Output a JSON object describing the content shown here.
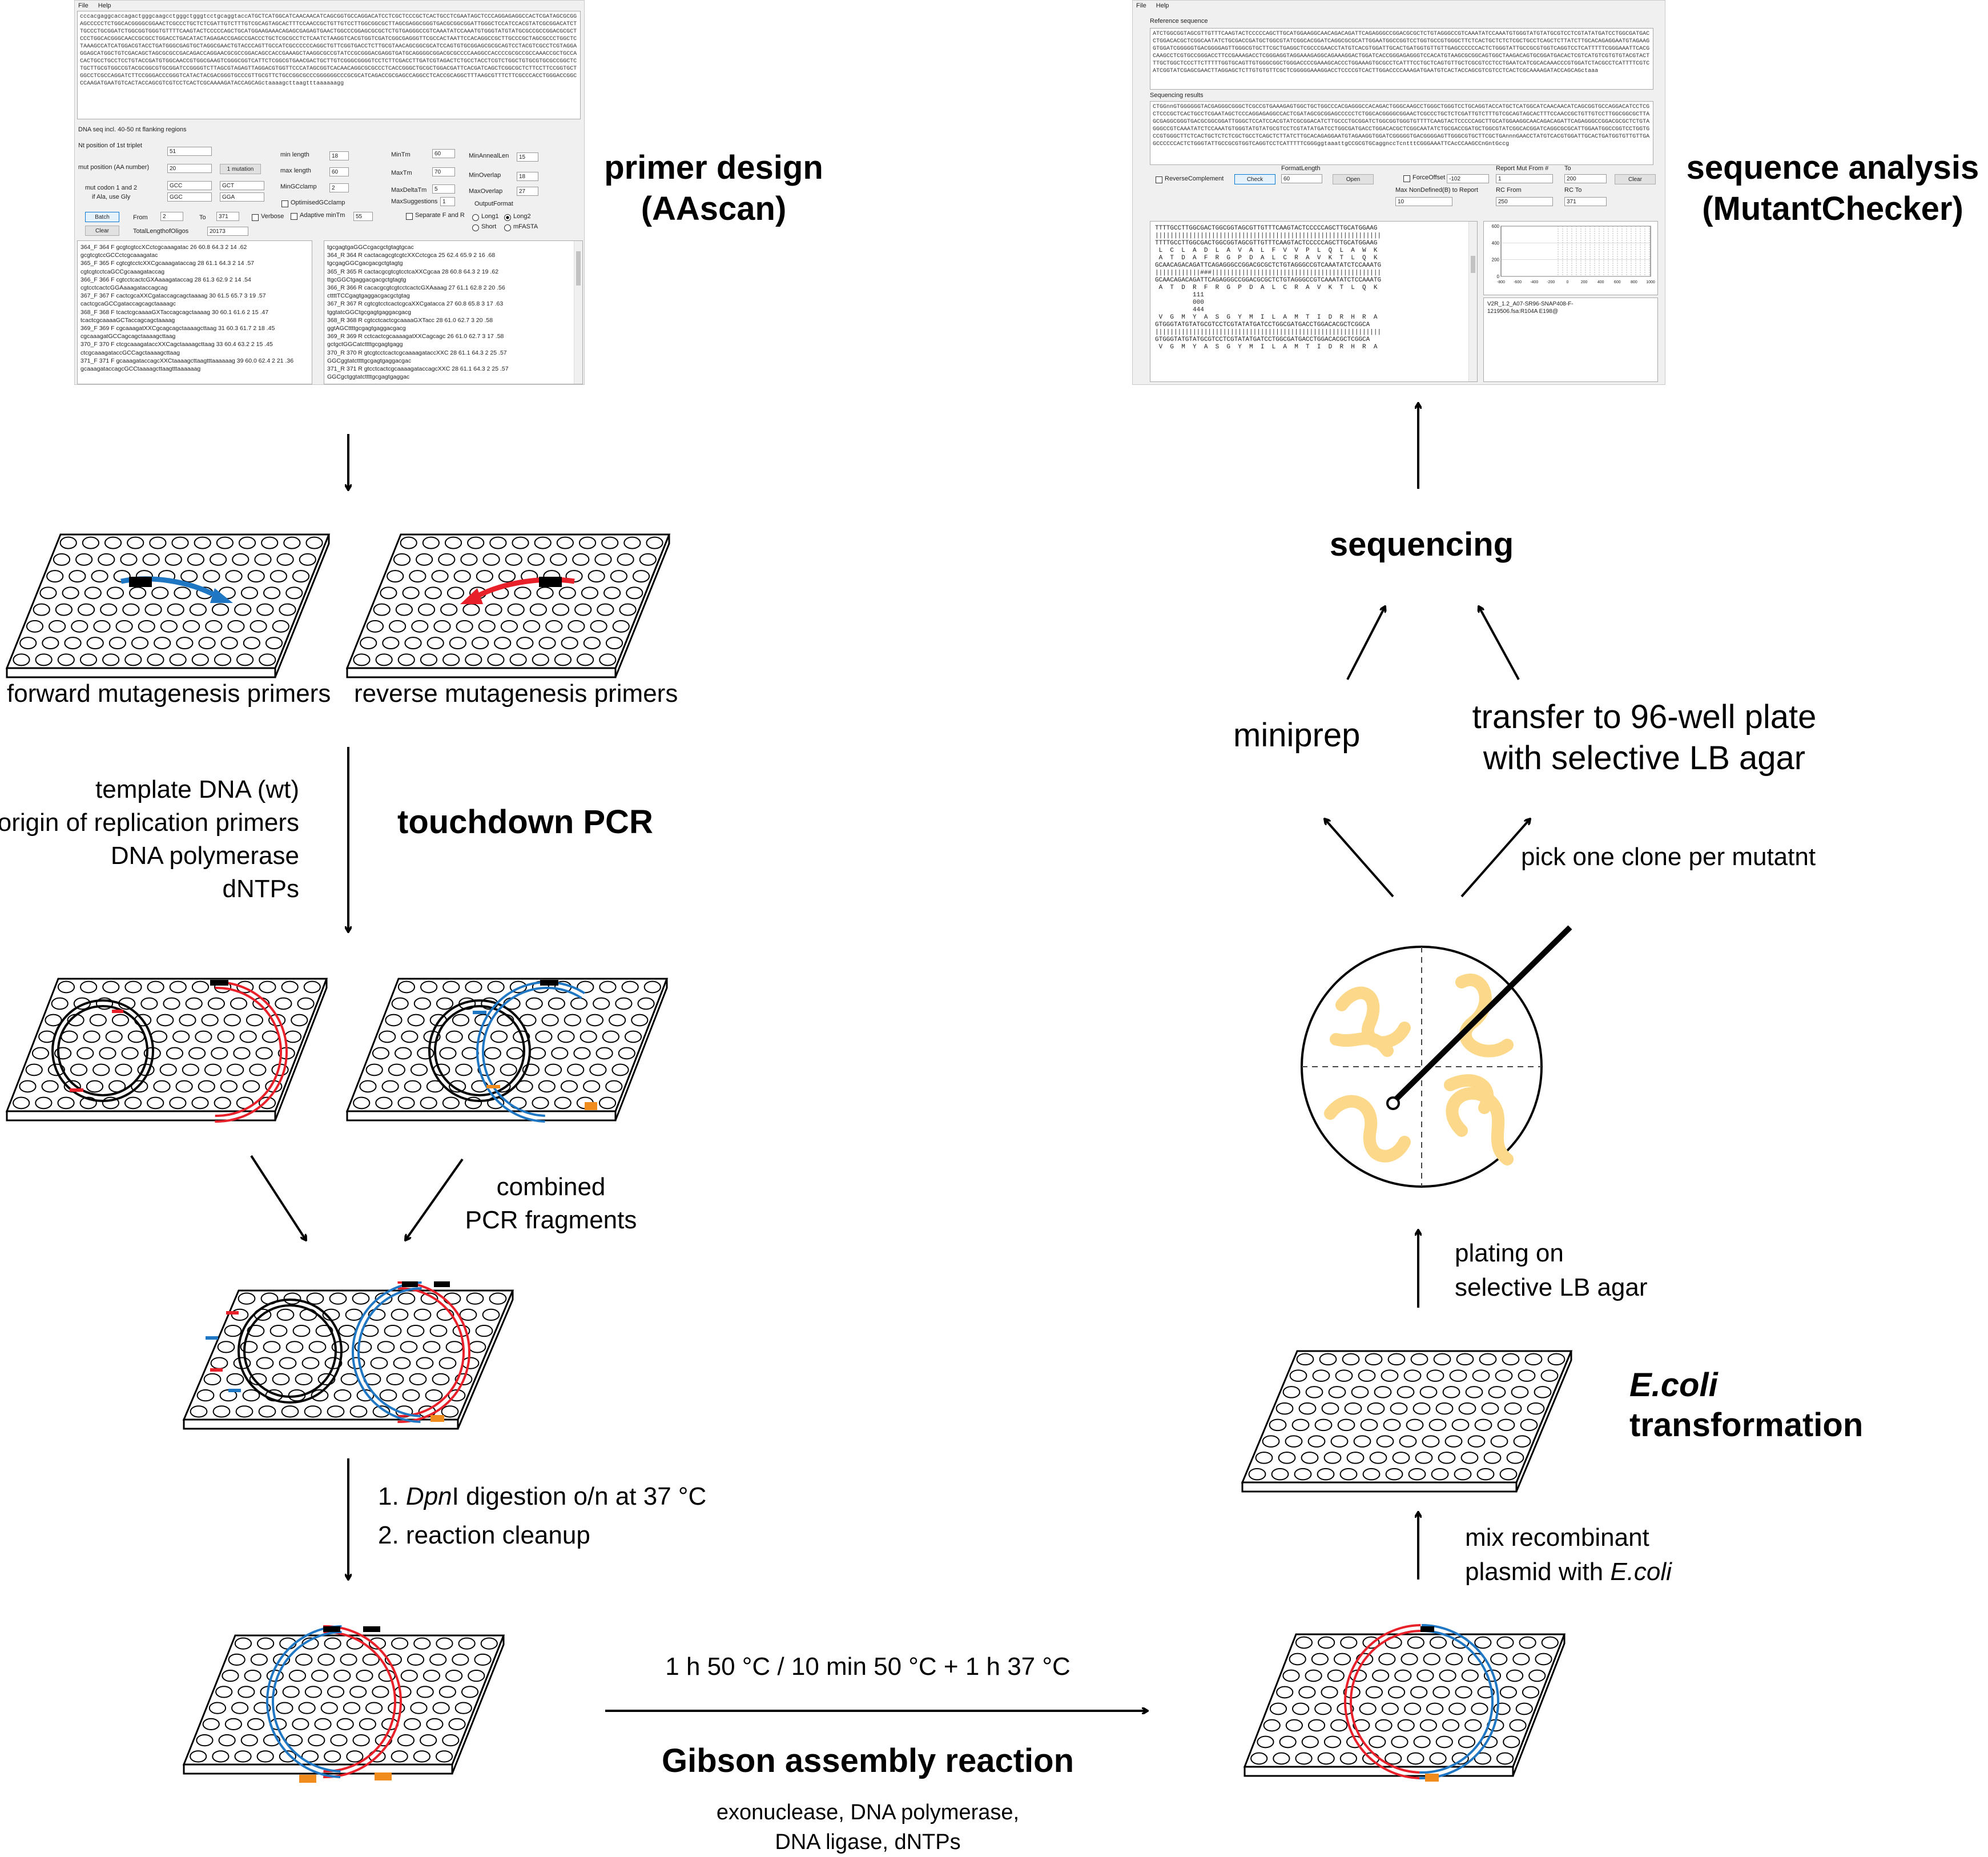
{
  "titles": {
    "primer_design": "primer design",
    "aascan": "(AAscan)",
    "sequence_analysis": "sequence analysis",
    "mutantchecker": "(MutantChecker)",
    "touchdown_pcr": "touchdown PCR",
    "gibson": "Gibson assembly reaction",
    "sequencing": "sequencing",
    "ecoli": "E.coli",
    "transformation": "transformation"
  },
  "labels": {
    "forward_primers": "forward mutagenesis primers",
    "reverse_primers": "reverse mutagenesis primers",
    "pcr_inputs": [
      "template DNA (wt)",
      "origin of replication primers",
      "DNA polymerase",
      "dNTPs"
    ],
    "combined": [
      "combined",
      "PCR fragments"
    ],
    "dpn_step1_prefix": "1. ",
    "dpn_italic": "Dpn",
    "dpn_step1_suffix": "I digestion o/n at 37 °C",
    "dpn_step2": "2. reaction cleanup",
    "gibson_conditions": "1 h 50 °C / 10 min 50 °C + 1 h 37 °C",
    "gibson_enzymes": [
      "exonuclease, DNA polymerase,",
      "DNA ligase, dNTPs"
    ],
    "mix_line1": "mix recombinant",
    "mix_line2_prefix": "plasmid with ",
    "mix_line2_italic": "E.coli",
    "plating": [
      "plating on",
      "selective LB agar"
    ],
    "pick": "pick one clone per mutatnt",
    "miniprep": "miniprep",
    "transfer": [
      "transfer to 96-well plate",
      "with selective LB agar"
    ]
  },
  "aascan": {
    "menu": [
      "File",
      "Help"
    ],
    "sequence": "cccacgaggcaccagactgggcaagcctgggctgggtcctgcaggtaccATGCTCATGGCATCAACAACATCAGCGGTGCCAGGACATCCTCGCTCCCGCTCACTGCCTCGAATAGCTCCCAGGAGAGGCCACTCGATAGCGCGGAGCCCCCTCTGGCACGGGGCGGAACTCGCCCTGCTCTCGATTGTCTTTGTCGCAGTAGCACTTTCCAACCGCTGTTGTCCTTGGCGGCGCTTAGCGAGGCGGGTGACGCGGCGGATTGGGCTCCATCCACGTATCGCGGACATCTTGCCCTGCGGATCTGGCGGTGGGTGTTTTCAAGTACTCCCCCAGCTGCATGGAAGAAACAGAGCGAGAGTGAACTGGCCCGGAGCGCGCTCTGTGAGGGCCGTCAAATATCCAAATGTGGGTATGTATGCGCCGCCGGACGCGCTCCCTGGCACGGGCAACCGCGCCTGGACCTGACATACTAGAGACCGAGCCGACCCTGCTCGCGCCTCTCAATCTAAGGTCACGTGGTCGATCGGCGAGGGTTCGCCACTAATTCCACAGGCCGCTTGCCCGCTAGCGCCCTGGCTCTAAAGCCATCATGGACGTACCTGATGGGCGAGTGCTAGGCGAACTGTACCCAGTTGCCATCGCCCCCCAGGCTGTTCGGTGACCTCTTGCGTAACAGCGGCGCATCCAGTGTGCGGAGCGCGCAGTCCTACGTCGCCTCGTAGGAGGAGCATGGCTGTCGACAGCTAGCGCGCCGACAGACCAGGAACGCGCCGGACAGCCACCGAAAGCTAAGGCGCCGTATCCGCGGGACGAGGTGATGCAGGGGCGGACGCGCCCCAAGGCCACCCCGCGCCGCCAAACCGCTGCCACACTGCCTGCCTCCTGTACCGATGTGGCAACCGTGGCGAAGTCGGGCGGTCATTCTCGGCGTGAACGACTGCTTGTCGGGCGGGGTCCTCTTCGACCTTGATCGTAGACTCTGCCTACCTCGTCTGGCTGTGCGTGCGCCGGCTCTGCTTGCGTGGCCGTACGCGGCGTGCGGATCCGGGGTCTTAGCGTAGAGTTAGGACGTGGTTCCCATAGCGGTCACAACAGGCGCGCCCTCACCGGGCTGCGCTGGACGATTCACGATCAGCTCGGCGCTCTTCCTTCCGGTGCTGGCCTCGCCAGGATCTTCCGGGACCCGGGTCATACTACGACGGGTGCCCGTTGCGTTCTGCCGGCGCCCGGGGGGCCCGCGCATCAGACCGCGAGCCAGGCCTCACCGCAGGCTTTAAGCGTTTCTTCGCCCACCTGGGACCGGCCCAAGATGAATGTCACTACCAGCGTCGTCCTCACTCGCAAAAGATACCAGCAGctaaaagcttaagtttaaaaaagg",
    "seq_label": "DNA seq incl. 40-50 nt flanking regions",
    "nt_position_label": "Nt position of 1st triplet",
    "nt_position": "51",
    "mut_position_label": "mut position (AA number)",
    "mut_position": "20",
    "one_mutation": "1 mutation",
    "mut_codon_label": "mut codon 1 and 2",
    "ala_gly_label": "if Ala, use Gly",
    "codon1a": "GCC",
    "codon1b": "GGC",
    "codon2a": "GCT",
    "codon2b": "GGA",
    "min_length_label": "min length",
    "min_length": "18",
    "max_length_label": "max length",
    "max_length": "60",
    "mingc_label": "MinGCclamp",
    "mingc": "2",
    "optgc_label": "OptimisedGCclamp",
    "adaptive_label": "Adaptive minTm",
    "adaptive": "55",
    "mintm_label": "MinTm",
    "mintm": "60",
    "maxtm_label": "MaxTm",
    "maxtm": "70",
    "maxdelta_label": "MaxDeltaTm",
    "maxdelta": "5",
    "maxsugg_label": "MaxSuggestions",
    "maxsugg": "1",
    "separate_label": "Separate F and R",
    "minanneal_label": "MinAnnealLen",
    "minanneal": "15",
    "minoverlap_label": "MinOverlap",
    "minoverlap": "18",
    "maxoverlap_label": "MaxOverlap",
    "maxoverlap": "27",
    "outformat_label": "OutputFormat",
    "long1": "Long1",
    "long2": "Long2",
    "short": "Short",
    "mfasta": "mFASTA",
    "batch": "Batch",
    "clear": "Clear",
    "from_label": "From",
    "from": "2",
    "to_label": "To",
    "to": "371",
    "verbose_label": "Verbose",
    "total_label": "TotalLengthofOligos",
    "total": "20173",
    "fwd_list": [
      "364_F 364 F gcgtcgtccXCctcgcaaagatac 26 60.8 64.3 2 14 .62",
      "gcgtcgtccGCCctcgcaaagatac",
      "365_F 365 F cgtcgtcctcXXCgcaaagataccag 28 61.1 64.3 2 14 .57",
      "cgtcgtcctcaGCCgcaaagataccag",
      "366_F 366 F cgtcctcactcGXAaaagataccag 28 61.3 62.9 2 14 .54",
      "cgtcctcactcGGAaaagataccagcag",
      "367_F 367 F cactcgcaXXCgataccagcagctaaaag 30 61.5 65.7 3 19 .57",
      "cactcgcaGCCgataccagcagctaaaagc",
      "368_F 368 F tcactcgcaaaaGXTaccagcagctaaaag 30 60.1 61.6 2 15 .47",
      "tcactcgcaaaaGCTaccagcagctaaaag",
      "369_F 369 F cgcaaagatXXCgcagcagctaaaagcttaag 31 60.3 61.7 2 18 .45",
      "cgcaaagatGCCagcagctaaaagcttaag",
      "370_F 370 F ctcgcaaagataccXXCagctaaaagcttaag 33 60.4 63.2 2 15 .45",
      "ctcgcaaagataccGCCagctaaaagcttaag",
      "371_F 371 F gcaaagataccagcXXCtaaaagcttaagtttaaaaaag 39 60.0 62.4 2 21 .36",
      "gcaaagataccagcGCCtaaaagcttaagtttaaaaaag"
    ],
    "rev_list": [
      "tgcgagtgaGGCcgacgctgtagtgcac",
      "364_R 364 R cactacagcgtcgtcXXCctcgca 25 62.4 65.9 2 16 .68",
      "tgcgagGGCgacgacgctgtagtg",
      "365_R 365 R cactacgcgtcgtcctcaXXCgcaa 28 60.8 64.3 2 19 .62",
      "ttgcGGCtgaggacgacgctgtagtg",
      "366_R 366 R cacacgcgtcgtcctcactcGXAaaag 27 61.1 62.8 2 20 .56",
      "cttttTCCgagtgaggacgacgctgtag",
      "367_R 367 R cgtcgtcctcactcgcaXXCgatacca 27 60.8 65.8 3 17 .63",
      "tggtatcGGCtgcgagtgaggacgacg",
      "368_R 368 R cgtcctcactcgcaaaaGXTacc 28 61.0 62.7 3 20 .58",
      "ggtAGCttttgcgagtgaggacgacg",
      "369_R 369 R cctcactcgcaaaagatXXCagcagc 26 61.0 62.7 3 17 .58",
      "gctgctGGCatcttttgcgagtgagg",
      "370_R 370 R gtcgtcctcactcgcaaaagataccXXC 28 61.1 64.3 2 25 .57",
      "GGCggtatcttttgcgagtgaggacgac",
      "371_R 371 R gtcctcactcgcaaaagataccagcXXC 28 61.1 64.3 2 25 .57",
      "GGCgctggtatcttttgcgagtgaggac"
    ]
  },
  "mutantchecker": {
    "menu": [
      "File",
      "Help"
    ],
    "ref_label": "Reference sequence",
    "ref_seq": "ATCTGGCGGTAGCGTTGTTTCAAGTACTCCCCCAGCTTGCATGGAAGGCAACAGACAGATTCAGAGGGCCGGACGCGCTCTGTAGGGCCGTCAAATATCCAAATGTGGGTATGTATGCGTCCTCGTATATGATCCTGGCGATGACCTGGACACGCTCGGCAATATCTGCGACCGATGCTGGCGTATCGGCACGGATCAGGCGCGCATTGGAATGGCCGGTCCTGGTGCCGTGGGCTTCTCACTGCTCTCTCGCTGCCTCAGCTCTTATCTTGCACAGAGGAATGTAGAAGGTGGATCGGGGGTGACGGGGAGTTGGGCGTGCTTCGCTGAGGCTCGCCCGAACCTATGTCACGTGGATTGCACTGATGGTGTTGTTGAGCCCCCCACTCTGGGTATTGCCGCGTGGTCAGGTCCTCATTTTTCGGGAAATTCACGCAAGCCTCGTGCCGGGACCTTCCGAAAGACCTCGGGAGGTAGGAAAGAGGCAGAAAGGACTGGATCACCGGGAGAGGGTCCACATGTAAGCGCGGCAGTGGCTAAGACAGTGCGGATGACACTCGTCATGTCGTGTGTACGTACTTTGCTGGCTCCCTTCTTTTTGGTGCAGTTGTGGGCGGCTGGGACCCCGAAAGCACCCTGGAAAGTGCGCCTCATTTCCTGCTCAGTGTTGCTCGCGTCCTCCTGAATCATCGCACAAACCCGTGGATCTACGCCTCATTTTCGTCATCGGTATCGAGCGAACTTAGGAGCTCTTGTGTGTTCGCTCGGGGGAAAGGACCTCCCCGTCACTTGGACCCCAAAGATGAATGTCACTACCAGCGTCGTCCTCACTCGCAAAAGATACCAGCAGctaaa",
    "seqres_label": "Sequencing results",
    "seq_res": "CTGGnnGTGGGGGGTACGAGGGCGGGCTCGCCGTGAAAGAGTGGCTGCTGGCCCACGAGGGCCACAGACTGGGCAAGCCTGGGCTGGGTCCTGCAGGTACCATGCTCATGGCATCAACAACATCAGCGGTGCCAGGACATCCTCGCTCCCGCTCACTGCCTCGAATAGCTCCCAGGAGAGGCCACTCGATAGCGCGGAGCCCCCTCTGGCACGGGGCGGAACTCGCCCTGCTCTCGATTGTCTTTGTCGCAGTAGCACTTTCCAACCGCTGTTGTCCTTGGCGGCGCTTAGCGAGGCGGGTGACGCGGCGGATTGGGCTCCATCCACGTATCGCGGACATCTTGCCCTGCGGATCTGGCGGTGGGTGTTTTCAAGTACTCCCCCAGCTTGCATGGAAGGCAACAGACAGATTCAGAGGGCCGGACGCGCTCTGTAGGGCCGTCAAATATCTCCAAATGTGGGTATGTATGCGTCCTCGTATATGATCCTGGCGATGACCTGGACACGCTCGGCAATATCTGCGACCGATGCTGGCGTATCGGCACGGATCAGGCGCGCATTGGAATGGCCGGTCCTGGTGCCGTGGGCTTCTCACTGCTCTCTCGCTGCCTCAGCTCTTATCTTGCACAGAGGAATGTAGAAGGTGGATCGGGGGTGACGGGGAGTTGGGCGTGCTTCGCTGAnnnGAACCTATGTCACGTGGATTGCACTGATGGTGTTGTTGAGCCCCCCACTCTGGGTATTGCCGCGTGGTCAGGTCCTCATTTTTCGGGggtaaattgCCGCGTGCaggnccTcntttCGGGAAATTCAcCCAAGCCnGntGccg",
    "reverse_label": "ReverseComplement",
    "check": "Check",
    "formatlength_label": "FormatLength",
    "formatlength": "60",
    "open": "Open",
    "forceoffset_label": "ForceOffset",
    "forceoffset": "-102",
    "report_mut_label": "Report Mut From #",
    "report_mut": "1",
    "to_label": "To",
    "to": "200",
    "clear": "Clear",
    "maxnondef_label": "Max NonDefined(B) to Report",
    "maxnondef": "10",
    "rcfrom_label": "RC From",
    "rcfrom": "250",
    "rcto_label": "RC To",
    "rcto": "371",
    "alignment": [
      "TTTTGCCTTGGCGACTGGCGGTAGCGTTGTTTCAAGTACTCCCCCAGCTTGCATGGAAG",
      "||||||||||||||||||||||||||||||||||||||||||||||||||||||||||||",
      "TTTTGCCTTGGCGACTGGCGGTAGCGTTGTTTCAAGTACTCCCCCAGCTTGCATGGAAG",
      " L  C  L  A  D  L  A  V  A  L  F  V  V  P  L  Q  L  A  W  K",
      "",
      " A  T  D  A  F  R  G  P  D  A  L  C  R  A  V  K  T  L  Q  K",
      "GCAACAGACAGATTCAGAGGGCCGGACGCGCTCTGTAGGGCCGTCAAATATCTCCAAATG",
      "||||||||||||###|||||||||||||||||||||||||||||||||||||||||||||",
      "GCAACAGACAGATTCAGAGGGCCGGACGCGCTCTGTAGGGCCGTCAAATATCTCCAAATG",
      " A  T  D  R  F  R  G  P  D  A  L  C  R  A  V  K  T  L  Q  K",
      "          111",
      "          000",
      "          444",
      "",
      " V  G  M  Y  A  S  G  Y  M  I  L  A  M  T  I  D  R  H  R  A",
      "GTGGGTATGTATGCGTCCTCGTATATGATCCTGGCGATGACCTGGACACGCTCGGCA",
      "||||||||||||||||||||||||||||||||||||||||||||||||||||||||||||",
      "GTGGGTATGTATGCGTCCTCGTATATGATCCTGGCGATGACCTGGACACGCTCGGCA",
      " V  G  M  Y  A  S  G  Y  M  I  L  A  M  T  I  D  R  H  R  A"
    ],
    "chart_y_ticks": [
      "600",
      "400",
      "200",
      "0"
    ],
    "chart_x_ticks": [
      "-800",
      "-600",
      "-400",
      "-200",
      "0",
      "200",
      "400",
      "600",
      "800",
      "1000"
    ],
    "result_text": "V2R_1.2_A07-SR96-SNAP408-F-1219506.fsa:R104A E198@"
  }
}
